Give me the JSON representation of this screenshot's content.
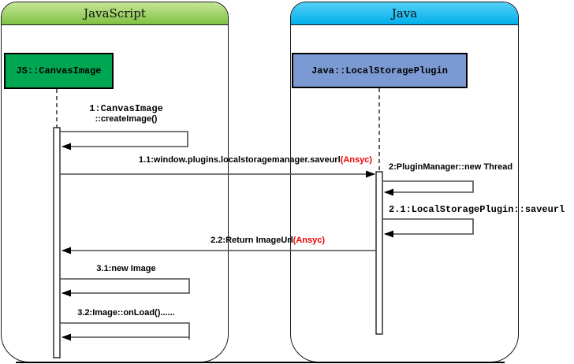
{
  "colors": {
    "red_annotation": "#ee0000",
    "js_header_top": "#c5e697",
    "js_header_bottom": "#7fc142",
    "java_header_top": "#53d0f7",
    "java_header_bottom": "#00b0ea",
    "js_object_fill": "#00a651",
    "java_object_fill": "#7b9ad3",
    "wire_color": "#4d4d4d"
  },
  "left_container": {
    "title": "JavaScript",
    "object_label": "JS::CanvasImage"
  },
  "right_container": {
    "title": "Java",
    "object_label": "Java::LocalStoragePlugin"
  },
  "messages": {
    "m1": {
      "line1": "1:CanvasImage",
      "line2": "::createImage()"
    },
    "m1_1": {
      "text": "1.1:window.plugins.localstoragemanager.saveurl",
      "annotation": "(Ansyc)"
    },
    "m2": {
      "text": "2:PluginManager::new Thread"
    },
    "m2_1": {
      "text": "2.1:LocalStoragePlugin::saveurl"
    },
    "m2_2": {
      "text": "2.2:Return ImageUrl",
      "annotation": "(Ansyc)"
    },
    "m3_1": {
      "text": "3.1:new Image"
    },
    "m3_2": {
      "text": "3.2:Image::onLoad()......"
    }
  }
}
